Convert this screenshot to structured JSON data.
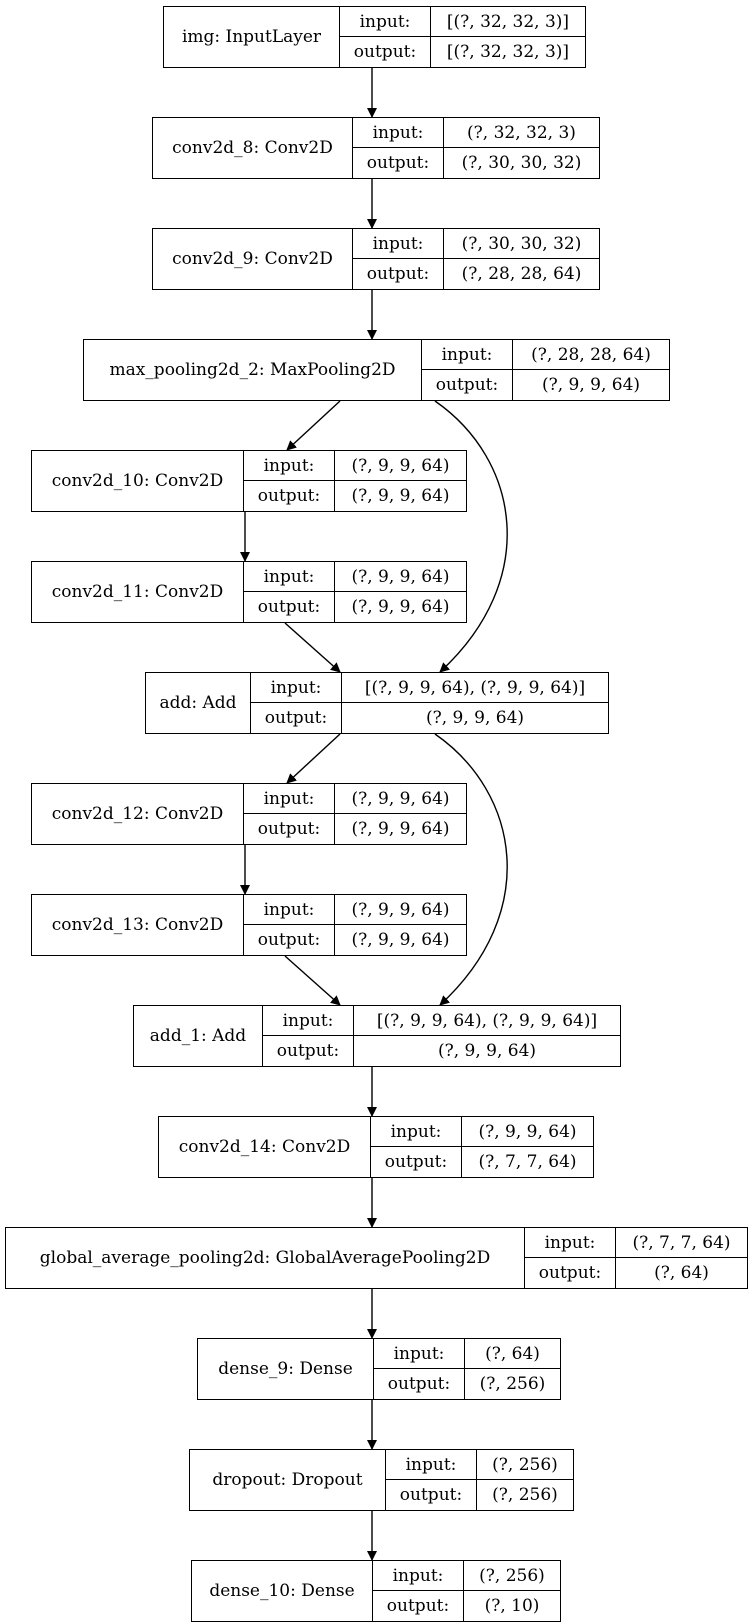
{
  "labels": {
    "input": "input:",
    "output": "output:"
  },
  "layers": [
    {
      "id": "img",
      "name": "img: InputLayer",
      "input": "[(?, 32, 32, 3)]",
      "output": "[(?, 32, 32, 3)]"
    },
    {
      "id": "conv2d_8",
      "name": "conv2d_8: Conv2D",
      "input": "(?, 32, 32, 3)",
      "output": "(?, 30, 30, 32)"
    },
    {
      "id": "conv2d_9",
      "name": "conv2d_9: Conv2D",
      "input": "(?, 30, 30, 32)",
      "output": "(?, 28, 28, 64)"
    },
    {
      "id": "max_pooling2d_2",
      "name": "max_pooling2d_2: MaxPooling2D",
      "input": "(?, 28, 28, 64)",
      "output": "(?, 9, 9, 64)"
    },
    {
      "id": "conv2d_10",
      "name": "conv2d_10: Conv2D",
      "input": "(?, 9, 9, 64)",
      "output": "(?, 9, 9, 64)"
    },
    {
      "id": "conv2d_11",
      "name": "conv2d_11: Conv2D",
      "input": "(?, 9, 9, 64)",
      "output": "(?, 9, 9, 64)"
    },
    {
      "id": "add",
      "name": "add: Add",
      "input": "[(?, 9, 9, 64), (?, 9, 9, 64)]",
      "output": "(?, 9, 9, 64)"
    },
    {
      "id": "conv2d_12",
      "name": "conv2d_12: Conv2D",
      "input": "(?, 9, 9, 64)",
      "output": "(?, 9, 9, 64)"
    },
    {
      "id": "conv2d_13",
      "name": "conv2d_13: Conv2D",
      "input": "(?, 9, 9, 64)",
      "output": "(?, 9, 9, 64)"
    },
    {
      "id": "add_1",
      "name": "add_1: Add",
      "input": "[(?, 9, 9, 64), (?, 9, 9, 64)]",
      "output": "(?, 9, 9, 64)"
    },
    {
      "id": "conv2d_14",
      "name": "conv2d_14: Conv2D",
      "input": "(?, 9, 9, 64)",
      "output": "(?, 7, 7, 64)"
    },
    {
      "id": "global_average_pooling2d",
      "name": "global_average_pooling2d: GlobalAveragePooling2D",
      "input": "(?, 7, 7, 64)",
      "output": "(?, 64)"
    },
    {
      "id": "dense_9",
      "name": "dense_9: Dense",
      "input": "(?, 64)",
      "output": "(?, 256)"
    },
    {
      "id": "dropout",
      "name": "dropout: Dropout",
      "input": "(?, 256)",
      "output": "(?, 256)"
    },
    {
      "id": "dense_10",
      "name": "dense_10: Dense",
      "input": "(?, 256)",
      "output": "(?, 10)"
    }
  ],
  "edges": [
    [
      "img",
      "conv2d_8"
    ],
    [
      "conv2d_8",
      "conv2d_9"
    ],
    [
      "conv2d_9",
      "max_pooling2d_2"
    ],
    [
      "max_pooling2d_2",
      "conv2d_10"
    ],
    [
      "conv2d_10",
      "conv2d_11"
    ],
    [
      "conv2d_11",
      "add"
    ],
    [
      "max_pooling2d_2",
      "add"
    ],
    [
      "add",
      "conv2d_12"
    ],
    [
      "conv2d_12",
      "conv2d_13"
    ],
    [
      "conv2d_13",
      "add_1"
    ],
    [
      "add",
      "add_1"
    ],
    [
      "add_1",
      "conv2d_14"
    ],
    [
      "conv2d_14",
      "global_average_pooling2d"
    ],
    [
      "global_average_pooling2d",
      "dense_9"
    ],
    [
      "dense_9",
      "dropout"
    ],
    [
      "dropout",
      "dense_10"
    ]
  ]
}
